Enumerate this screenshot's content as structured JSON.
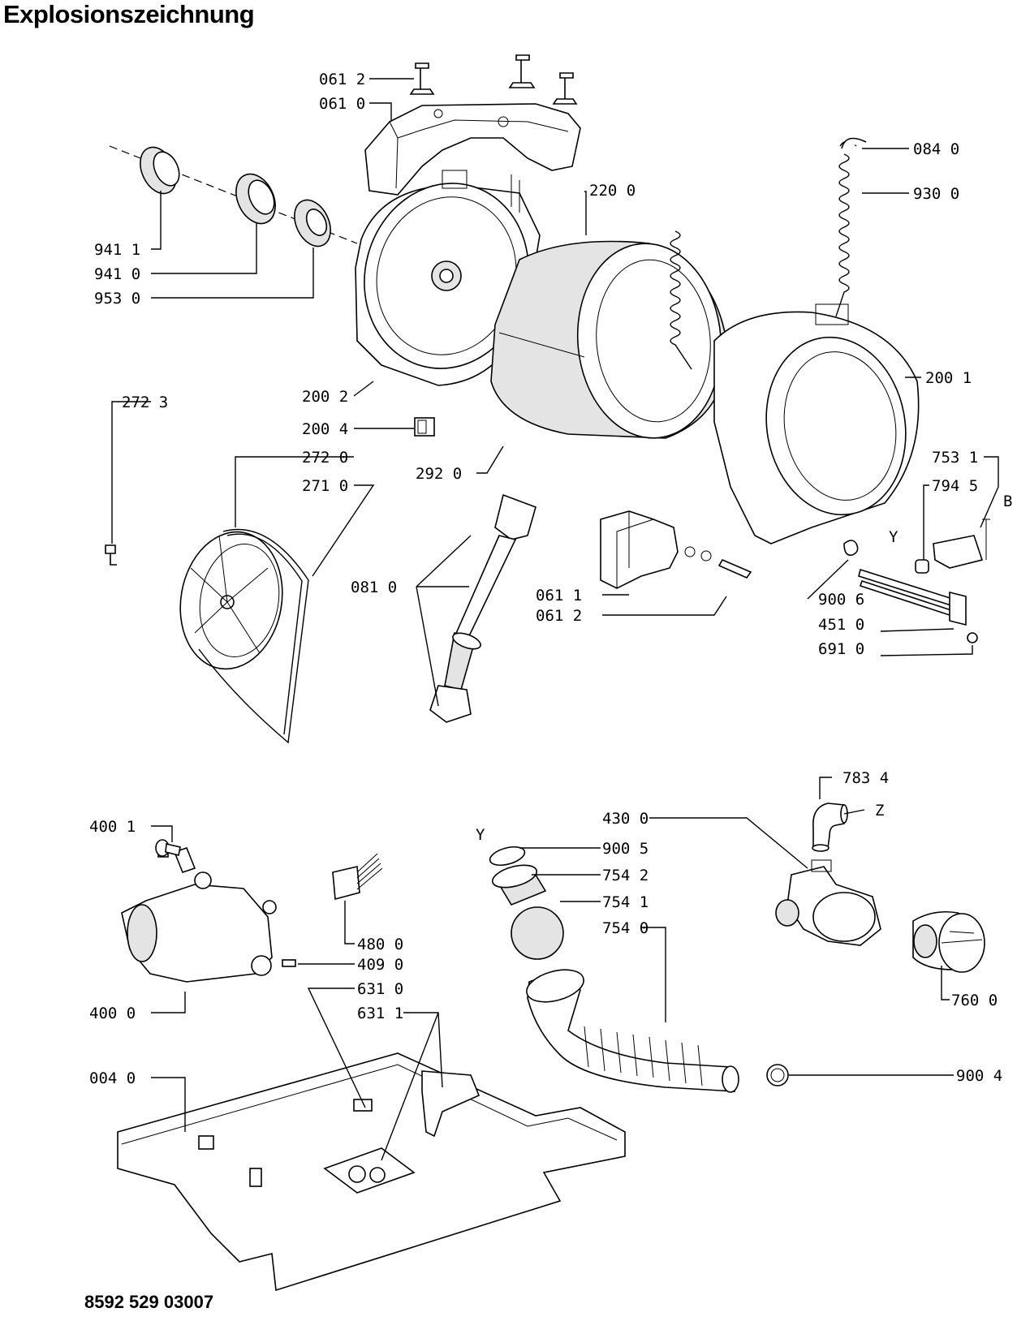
{
  "title": "Explosionszeichnung",
  "document_number": "8592 529 03007",
  "callouts": {
    "c0612a": "061 2",
    "c0610": "061 0",
    "c0840": "084 0",
    "c2200": "220 0",
    "c9300": "930 0",
    "c9411": "941 1",
    "c9410": "941 0",
    "c9530": "953 0",
    "c2001": "200 1",
    "c2723": "272 3",
    "c2002": "200 2",
    "c2004": "200 4",
    "c2720": "272 0",
    "c2710": "271 0",
    "c2920": "292 0",
    "c7531": "753 1",
    "c7945": "794 5",
    "cB": "B",
    "cY1": "Y",
    "c0810": "081 0",
    "c0611": "061 1",
    "c0612b": "061 2",
    "c9006": "900 6",
    "c4510": "451 0",
    "c6910": "691 0",
    "c7834": "783 4",
    "cZ": "Z",
    "c4300": "430 0",
    "c4001": "400 1",
    "cY2": "Y",
    "c9005": "900 5",
    "c7542": "754 2",
    "c7541": "754 1",
    "c7540": "754 0",
    "c4800": "480 0",
    "c4090": "409 0",
    "c6310": "631 0",
    "c6311": "631 1",
    "c4000": "400 0",
    "c7600": "760 0",
    "c0040": "004 0",
    "c9004": "900 4"
  }
}
